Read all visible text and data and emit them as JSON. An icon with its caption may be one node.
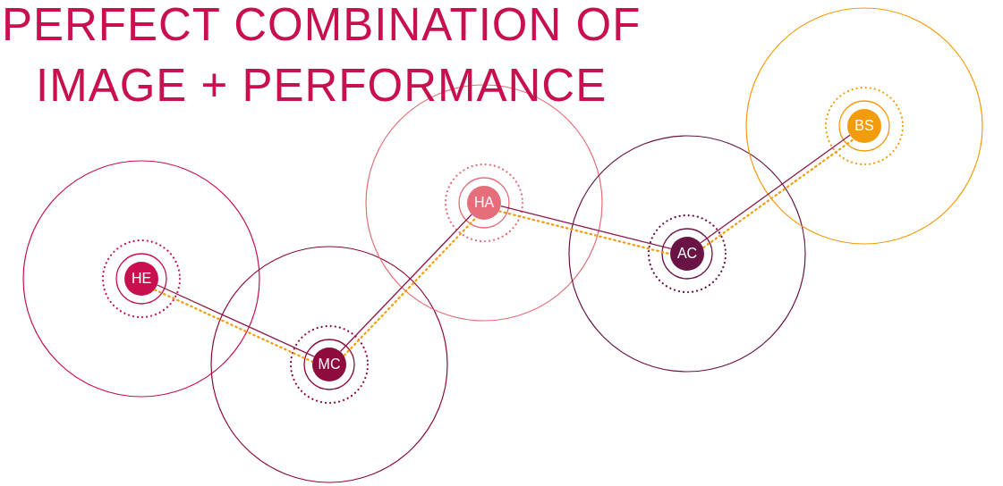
{
  "diagram": {
    "title": "PERFECT COMBINATION OF IMAGE + PERFORMANCE",
    "nodes": [
      {
        "text": [
          "HE"
        ]
      },
      {
        "text": [
          "MC"
        ]
      },
      {
        "text": [
          "HA"
        ]
      },
      {
        "text": [
          "AC"
        ]
      },
      {
        "text": [
          "BS"
        ]
      }
    ],
    "edges": [
      {
        "from": 0,
        "to": 1,
        "arrow": "none"
      },
      {
        "from": 1,
        "to": 2,
        "arrow": "none"
      },
      {
        "from": 2,
        "to": 3,
        "arrow": "none"
      },
      {
        "from": 3,
        "to": 4,
        "arrow": "none"
      },
      {
        "from": 0,
        "to": 1,
        "arrow": "none",
        "style": "dashed",
        "color": "#f29c0c"
      },
      {
        "from": 1,
        "to": 2,
        "arrow": "none",
        "style": "dashed",
        "color": "#f29c0c"
      },
      {
        "from": 2,
        "to": 3,
        "arrow": "none",
        "style": "dashed",
        "color": "#f29c0c"
      },
      {
        "from": 3,
        "to": 4,
        "arrow": "none",
        "style": "dashed",
        "color": "#f29c0c"
      }
    ]
  }
}
